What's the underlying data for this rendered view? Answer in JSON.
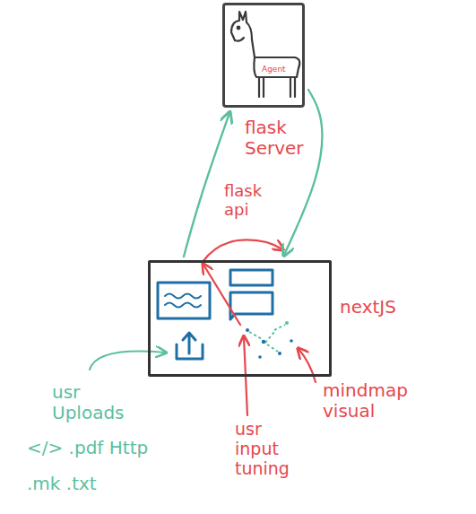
{
  "diagram": {
    "nodes": [
      {
        "text": [
          "Agent",
          "flask Server"
        ]
      },
      {
        "text": [
          "nextJS"
        ]
      }
    ],
    "edges": [
      {
        "from": 1,
        "to": 0,
        "arrow": "to"
      },
      {
        "from": 0,
        "to": 1,
        "arrow": "to"
      }
    ],
    "labels": [
      "flask api",
      "mindmap visual",
      "usr input tuning",
      "usr Uploads",
      "</> .pdf Http",
      ".mk .txt"
    ]
  }
}
